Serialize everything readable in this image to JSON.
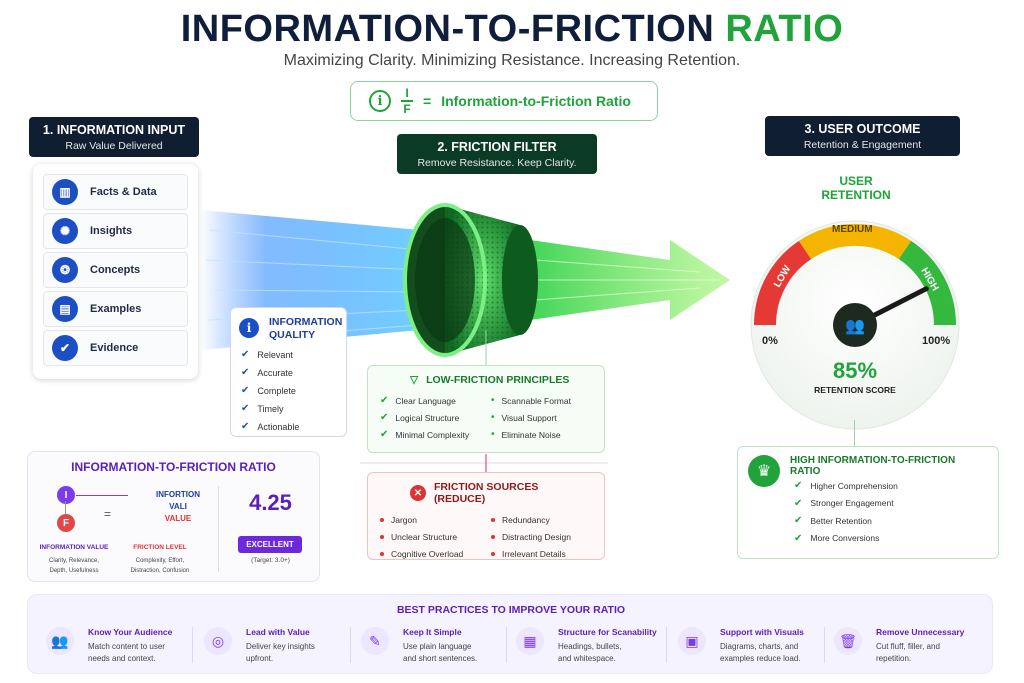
{
  "header": {
    "title_main": "INFORMATION-TO-FRICTION",
    "title_accent": "RATIO",
    "subtitle": "Maximizing Clarity. Minimizing Resistance. Increasing Retention."
  },
  "formula": {
    "numerator": "I",
    "denominator": "F",
    "equals": "=",
    "label": "Information-to-Friction Ratio"
  },
  "step1": {
    "title": "1. INFORMATION INPUT",
    "subtitle": "Raw Value Delivered",
    "items": [
      "Facts & Data",
      "Insights",
      "Concepts",
      "Examples",
      "Evidence"
    ]
  },
  "quality": {
    "title": "INFORMATION QUALITY",
    "items": [
      "Relevant",
      "Accurate",
      "Complete",
      "Timely",
      "Actionable"
    ]
  },
  "step2": {
    "title": "2. FRICTION FILTER",
    "subtitle": "Remove Resistance. Keep Clarity."
  },
  "lowf": {
    "title": "LOW-FRICTION PRINCIPLES",
    "left": [
      "Clear Language",
      "Logical Structure",
      "Minimal Complexity"
    ],
    "right": [
      "Scannable Format",
      "Visual Support",
      "Eliminate Noise"
    ]
  },
  "fric": {
    "title": "FRICTION SOURCES (REDUCE)",
    "left": [
      "Jargon",
      "Unclear Structure",
      "Cognitive Overload"
    ],
    "right": [
      "Redundancy",
      "Distracting Design",
      "Irrelevant Details"
    ]
  },
  "step3": {
    "title": "3. USER OUTCOME",
    "subtitle": "Retention & Engagement"
  },
  "gauge": {
    "title": "USER RETENTION",
    "low": "LOW",
    "medium": "MEDIUM",
    "high": "HIGH",
    "min_label": "0%",
    "max_label": "100%",
    "value_label": "85%",
    "value": 0.85,
    "caption": "RETENTION SCORE"
  },
  "ratio": {
    "title": "INFORMATION-TO-FRICTION RATIO",
    "i": "I",
    "f": "F",
    "eq": "=",
    "frac_l1": "INFORTION",
    "frac_l2": "VALI",
    "frac_l3": "VALUE",
    "iv_label": "INFORMATION VALUE",
    "iv_desc1": "Clarity, Relevance,",
    "iv_desc2": "Depth, Usefulness",
    "fl_label": "FRICTION LEVEL",
    "fl_desc1": "Complexity, Effort,",
    "fl_desc2": "Distraction, Confusion",
    "score": "4.25",
    "badge": "EXCELLENT",
    "target": "(Target: 3.0+)"
  },
  "outcome": {
    "title": "HIGH INFORMATION-TO-FRICTION RATIO",
    "items": [
      "Higher Comprehension",
      "Stronger Engagement",
      "Better Retention",
      "More Conversions"
    ]
  },
  "best": {
    "title": "BEST PRACTICES TO IMPROVE YOUR RATIO",
    "items": [
      {
        "h": "Know Your Audience",
        "d1": "Match content to user",
        "d2": "needs and context.",
        "icon": "audience-icon"
      },
      {
        "h": "Lead with Value",
        "d1": "Deliver key insights",
        "d2": "upfront.",
        "icon": "target-icon"
      },
      {
        "h": "Keep It Simple",
        "d1": "Use plain language",
        "d2": "and short sentences.",
        "icon": "pencil-icon"
      },
      {
        "h": "Structure for Scanability",
        "d1": "Headings, bullets,",
        "d2": "and whitespace.",
        "icon": "layout-icon"
      },
      {
        "h": "Support with Visuals",
        "d1": "Diagrams, charts, and",
        "d2": "examples reduce load.",
        "icon": "image-icon"
      },
      {
        "h": "Remove Unnecessary",
        "d1": "Cut fluff, filler, and",
        "d2": "repetition.",
        "icon": "trash-icon"
      }
    ]
  },
  "colors": {
    "green": "#1fa33a",
    "navy": "#0f1e30",
    "blue": "#1d4fc4",
    "purple": "#5b21b6",
    "red": "#d33"
  }
}
